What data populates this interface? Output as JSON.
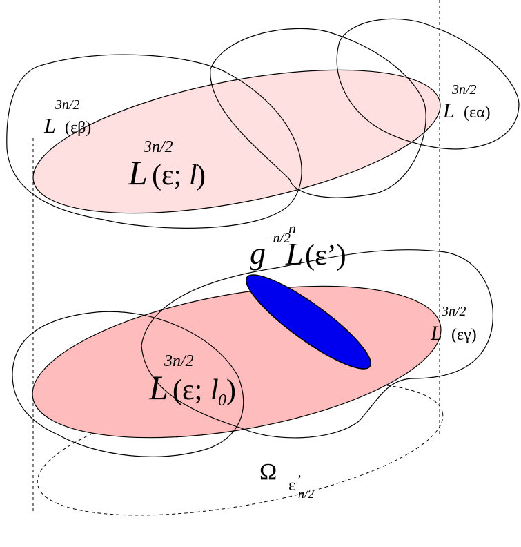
{
  "colors": {
    "upper_ellipse_fill": "#ffe0e0",
    "lower_ellipse_fill": "#ffbcbc",
    "blue_ellipse_fill": "#0000ee",
    "stroke": "#000000",
    "background": "#ffffff"
  },
  "labels": {
    "eps_alpha": {
      "sup": "3n/2",
      "base": "L",
      "arg": "(εα)"
    },
    "eps_beta": {
      "sup": "3n/2",
      "base": "L",
      "arg": "(εβ)"
    },
    "eps_gamma": {
      "sup": "3n/2",
      "base": "L",
      "arg": "(εγ)"
    },
    "upper_set": {
      "sup": "3n/2",
      "base": "L",
      "open": "(ε;",
      "var": "l",
      "close": ")"
    },
    "lower_set": {
      "sup": "3n/2",
      "base": "L",
      "open": "(ε;",
      "var": "l",
      "sub": "0",
      "close": ")"
    },
    "blue_set": {
      "g": "g",
      "g_sup": "−n/2",
      "base": "L",
      "sup": "n",
      "arg": "(ε’)"
    },
    "omega": {
      "base": "Ω",
      "eps": "ε",
      "prime": "’",
      "sub": "n/2"
    }
  }
}
